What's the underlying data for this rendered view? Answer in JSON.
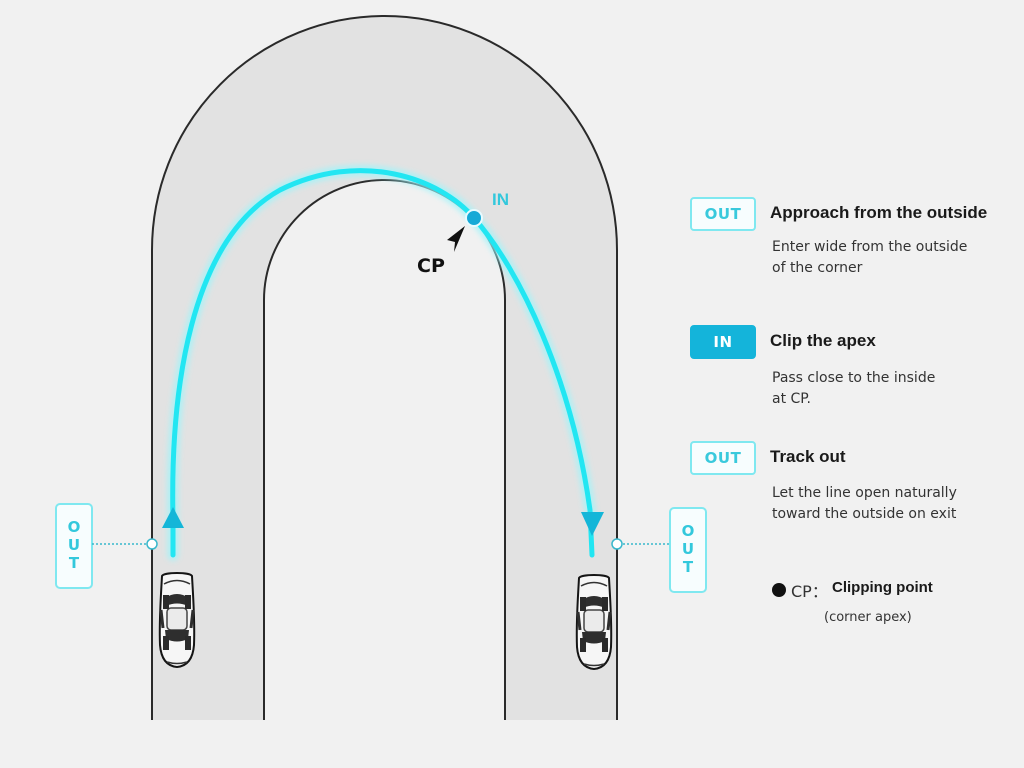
{
  "diagram": {
    "entry_tag": "OUT",
    "exit_tag": "OUT",
    "apex_tag": "IN",
    "apex_pointer": "CP",
    "colors": {
      "racing_line": "#22e6f2",
      "apex_dot": "#17a9d6",
      "road": "#e2e2e2",
      "background": "#f1f1f1",
      "tag_text": "#33c8dc"
    },
    "icons": [
      "car-top-view-icon",
      "arrow-up-icon",
      "arrow-down-icon",
      "pointer-arrow-icon"
    ]
  },
  "legend": [
    {
      "badge": "OUT",
      "badge_style": "outline",
      "title": "Approach from the outside",
      "desc_lines": [
        "Enter wide from the outside",
        "of the corner"
      ]
    },
    {
      "badge": "IN",
      "badge_style": "filled",
      "title": "Clip the apex",
      "desc_lines": [
        "Pass close to the inside",
        "at CP."
      ]
    },
    {
      "badge": "OUT",
      "badge_style": "outline",
      "title": "Track out",
      "desc_lines": [
        "Let the line open naturally",
        "toward the outside on exit"
      ]
    }
  ],
  "cp_note": {
    "symbol": "CP：",
    "name": "Clipping point",
    "sub": "(corner apex)"
  }
}
